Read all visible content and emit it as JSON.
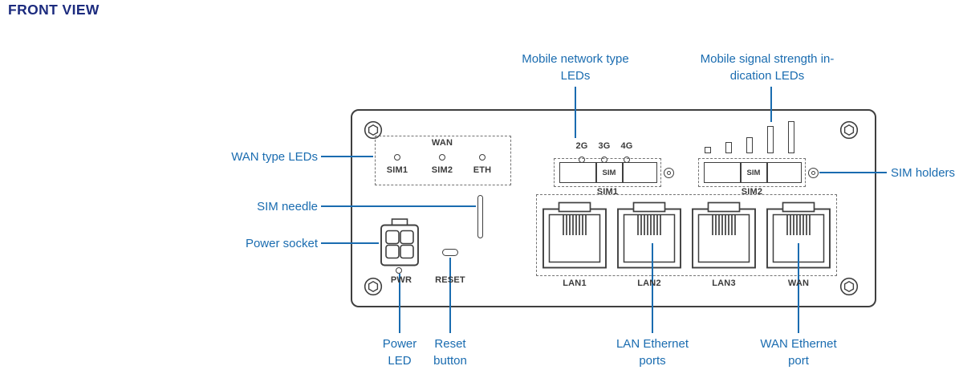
{
  "title": "FRONT VIEW",
  "colors": {
    "title": "#1c2b7e",
    "callout": "#1a6cb0",
    "outline": "#3f3f3f",
    "dash": "#737373"
  },
  "callouts": {
    "wan_type_leds": "WAN type LEDs",
    "sim_needle": "SIM needle",
    "power_socket": "Power socket",
    "sim_holders": "SIM holders",
    "mobile_network": {
      "line1": "Mobile network type",
      "line2": "LEDs"
    },
    "mobile_signal": {
      "line1": "Mobile signal strength in-",
      "line2": "dication LEDs"
    },
    "power_led": {
      "line1": "Power",
      "line2": "LED"
    },
    "reset_button": {
      "line1": "Reset",
      "line2": "button"
    },
    "lan_ethernet_ports": {
      "line1": "LAN Ethernet",
      "line2": "ports"
    },
    "wan_ethernet_port": {
      "line1": "WAN Ethernet",
      "line2": "port"
    }
  },
  "device": {
    "wan_led_group": {
      "title": "WAN",
      "labels": [
        "SIM1",
        "SIM2",
        "ETH"
      ]
    },
    "mobile_type_leds": [
      "2G",
      "3G",
      "4G"
    ],
    "signal_bars_count": 5,
    "sim1": {
      "slot": "SIM",
      "label": "SIM1"
    },
    "sim2": {
      "slot": "SIM",
      "label": "SIM2"
    },
    "pwr": "PWR",
    "reset": "RESET",
    "ethernet_ports": [
      "LAN1",
      "LAN2",
      "LAN3",
      "WAN"
    ]
  },
  "icons": {
    "corner_screw": "hex-screw",
    "rj45_port": "ethernet-jack",
    "power_socket": "4-pin-connector",
    "led": "circle-led",
    "signal_bar": "level-bar",
    "sim_eject": "pinhole",
    "sim_needle": "needle",
    "reset_button": "pill-button"
  }
}
